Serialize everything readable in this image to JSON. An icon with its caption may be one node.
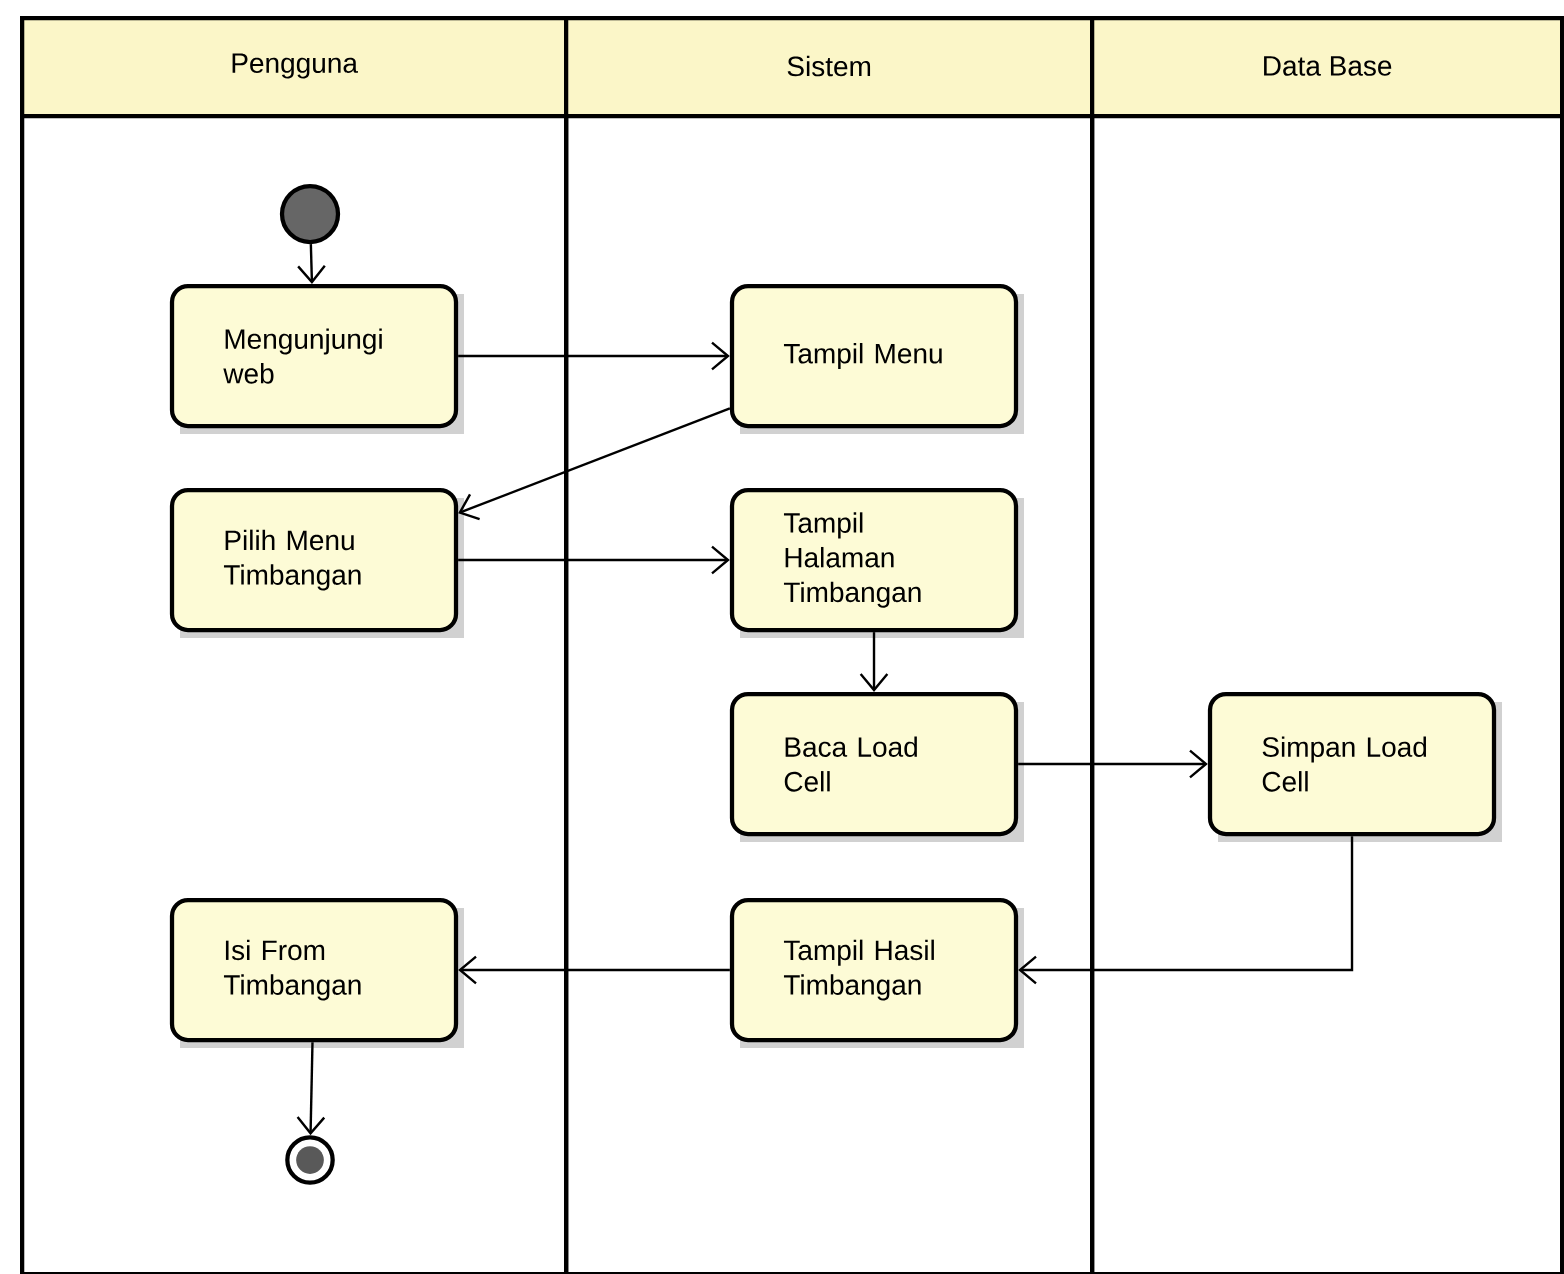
{
  "diagram": {
    "nodes": [
      {
        "text": [
          "Pengguna"
        ]
      },
      {
        "text": [
          "Sistem"
        ]
      },
      {
        "text": [
          "Data Base"
        ]
      },
      {
        "text": [],
        "shape": "circle",
        "in": 0
      },
      {
        "text": [
          "Mengunjungi web"
        ],
        "in": 0
      },
      {
        "text": [
          "Tampil Menu"
        ],
        "in": 1
      },
      {
        "text": [
          "Pilih Menu Timbangan"
        ],
        "in": 0
      },
      {
        "text": [
          "Tampil Halaman Timbangan"
        ],
        "in": 1
      },
      {
        "text": [
          "Baca Load Cell"
        ],
        "in": 1
      },
      {
        "text": [
          "Simpan Load Cell"
        ],
        "in": 2
      },
      {
        "text": [
          "Tampil Hasil Timbangan"
        ],
        "in": 1
      },
      {
        "text": [
          "Isi From Timbangan"
        ],
        "in": 0
      },
      {
        "text": [],
        "shape": "circle",
        "in": 0
      }
    ],
    "edges": [
      {
        "from": 3,
        "to": 4,
        "arrow": "to"
      },
      {
        "from": 4,
        "to": 5,
        "arrow": "to"
      },
      {
        "from": 5,
        "to": 6,
        "arrow": "to"
      },
      {
        "from": 6,
        "to": 7,
        "arrow": "to"
      },
      {
        "from": 7,
        "to": 8,
        "arrow": "to"
      },
      {
        "from": 8,
        "to": 9,
        "arrow": "to"
      },
      {
        "from": 9,
        "to": 10,
        "arrow": "to"
      },
      {
        "from": 10,
        "to": 11,
        "arrow": "to"
      },
      {
        "from": 11,
        "to": 12,
        "arrow": "to"
      }
    ]
  }
}
